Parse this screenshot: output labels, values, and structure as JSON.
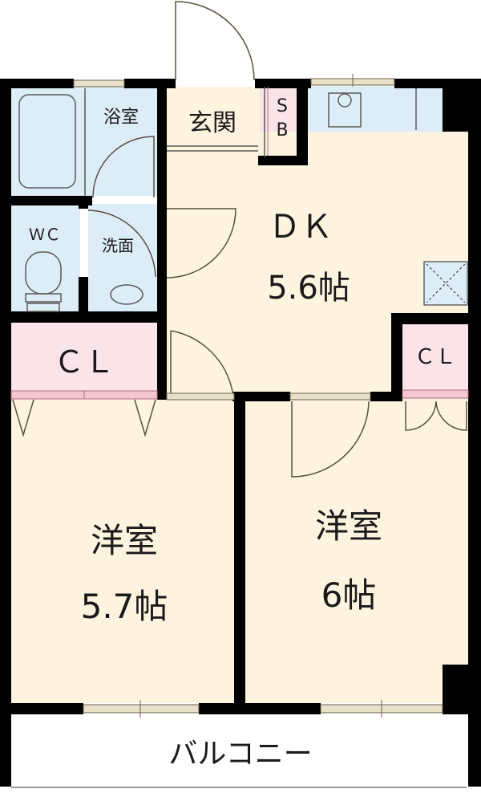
{
  "floorplan": {
    "rooms": {
      "bath": {
        "label": "浴室"
      },
      "entrance": {
        "label": "玄関"
      },
      "shoe_box": {
        "label_line1": "S",
        "label_line2": "B"
      },
      "dk": {
        "label": "ＤＫ",
        "size": "5.6帖"
      },
      "wc": {
        "label": "ＷＣ"
      },
      "washroom": {
        "label": "洗面"
      },
      "closet_left": {
        "label": "ＣＬ"
      },
      "closet_right": {
        "label": "ＣＬ"
      },
      "western_left": {
        "label": "洋室",
        "size": "5.7帖"
      },
      "western_right": {
        "label": "洋室",
        "size": "6帖"
      },
      "balcony": {
        "label": "バルコニー"
      }
    },
    "colors": {
      "floor": "#fdf3df",
      "wet_area": "#dcedf8",
      "closet": "#fbe3ea",
      "wall": "#000000"
    }
  }
}
